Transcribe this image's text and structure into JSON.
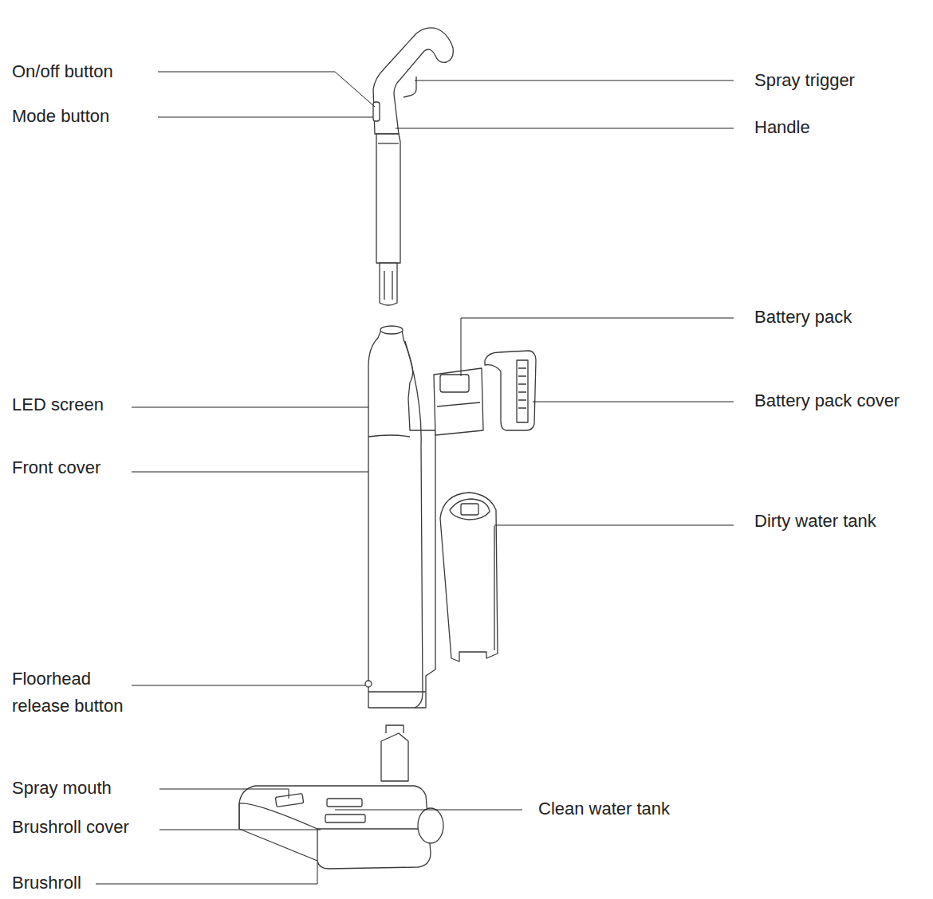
{
  "diagram": {
    "labels": [
      "On/off button",
      "Mode button",
      "Spray trigger",
      "Handle",
      "Battery pack",
      "LED screen",
      "Battery pack cover",
      "Front cover",
      "Dirty water tank",
      "Floorhead release button",
      "Spray mouth",
      "Clean water tank",
      "Brushroll cover",
      "Brushroll"
    ]
  }
}
